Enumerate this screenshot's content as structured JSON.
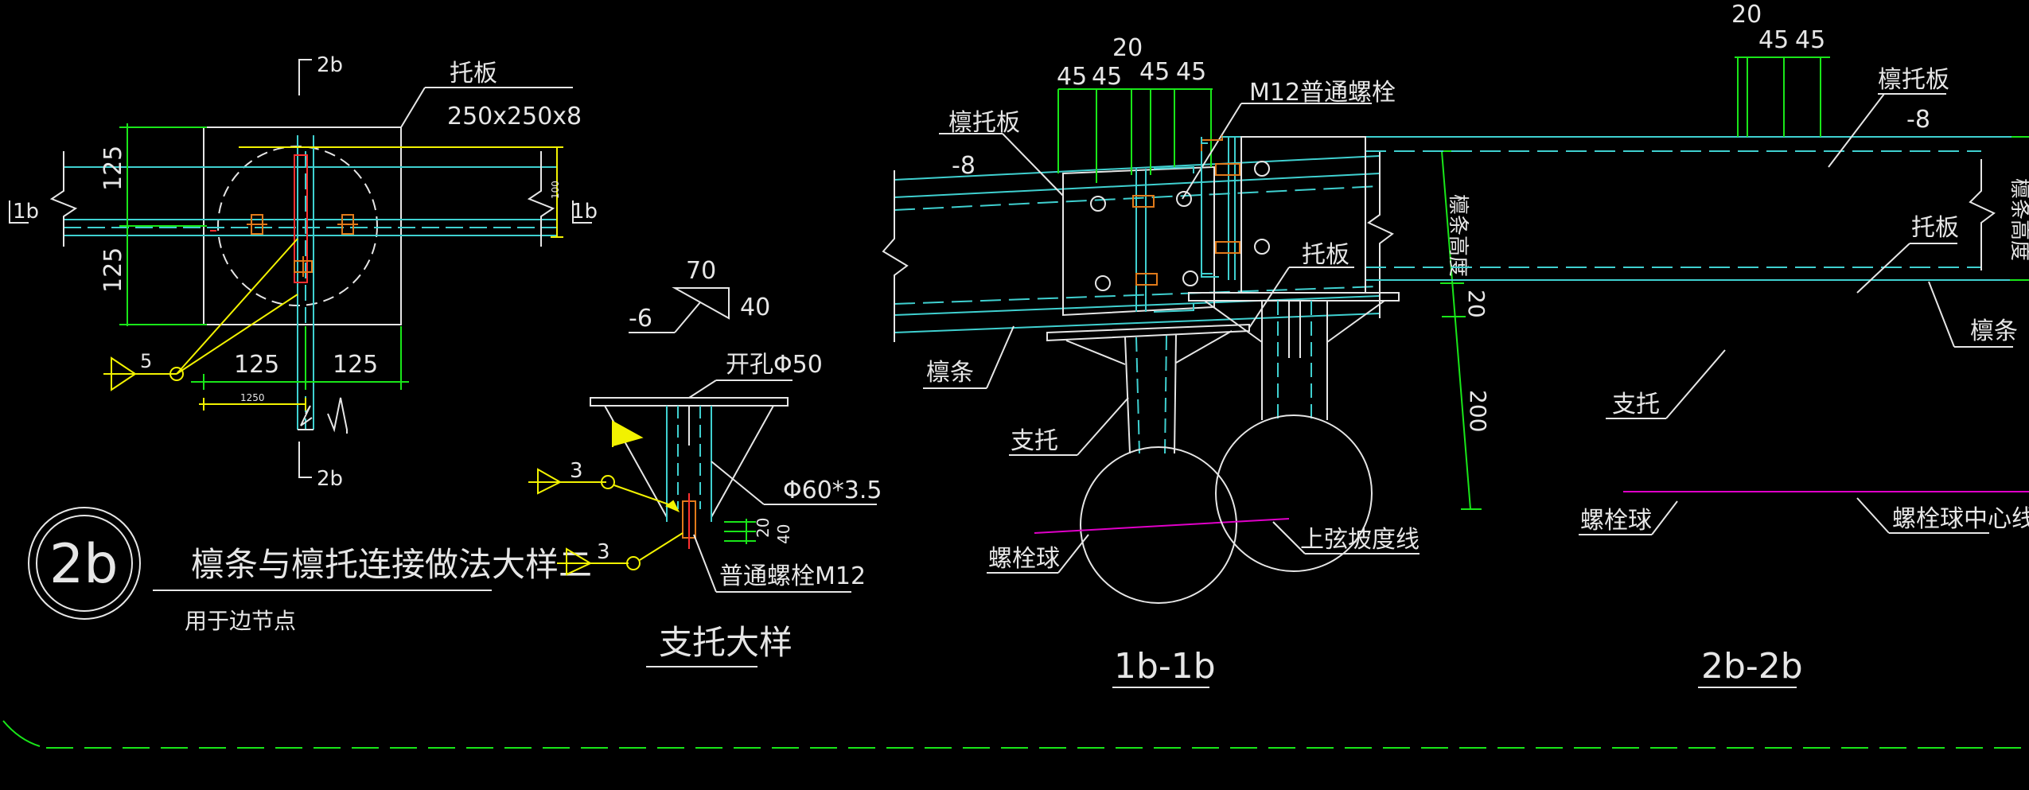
{
  "colors": {
    "background": "#000000",
    "white": "#e6e6e6",
    "cyan": "#3fd0d0",
    "green": "#19e619",
    "yellow": "#f2f200",
    "orange": "#e07a1a",
    "magenta": "#e000c8",
    "red": "#ff3030"
  },
  "detail_2b_plan": {
    "section_mark_top": "2b",
    "section_mark_bottom": "2b",
    "section_mark_left": "1b",
    "section_mark_right": "1b",
    "plate_label": "托板",
    "plate_spec": "250x250x8",
    "dim_left_upper": "125",
    "dim_left_lower": "125",
    "dim_bottom_left": "125",
    "dim_bottom_right": "125",
    "dim_small_bottom": "1250",
    "dim_right_small": "100",
    "weld_size": "5"
  },
  "title_block": {
    "circle_label": "2b",
    "title": "檩条与檩托连接做法大样二",
    "subtitle": "用于边节点"
  },
  "support_detail": {
    "rib_dim_70": "70",
    "rib_dim_40": "40",
    "rib_thk": "-6",
    "hole_label": "开孔Φ50",
    "pipe_label": "Φ60*3.5",
    "bolt_label": "普通螺栓M12",
    "weld_upper": "3",
    "weld_lower": "3",
    "dim_20": "20",
    "dim_40": "40",
    "caption": "支托大样"
  },
  "section_1b": {
    "dim_top_20": "20",
    "dim_top_45a": "45",
    "dim_top_45b": "45",
    "dim_top_45c": "45",
    "dim_top_45d": "45",
    "bolt_label": "M12普通螺栓",
    "purlin_plate_label": "檩托板",
    "purlin_plate_thk": "-8",
    "plate_label": "托板",
    "purlin_height_label": "檩条高度",
    "dim_20": "20",
    "dim_200": "200",
    "purlin_label": "檩条",
    "support_label": "支托",
    "ball_label": "螺栓球",
    "chord_line_label": "上弦坡度线",
    "caption": "1b-1b"
  },
  "section_2b": {
    "dim_top_20": "20",
    "dim_top_45a": "45",
    "dim_top_45b": "45",
    "purlin_plate_label": "檩托板",
    "purlin_plate_thk": "-8",
    "plate_label": "托板",
    "purlin_label": "檩条",
    "support_label": "支托",
    "ball_label": "螺栓球",
    "ball_center_label": "螺栓球中心线",
    "right_partial_label": "檩条高度",
    "caption": "2b-2b"
  }
}
